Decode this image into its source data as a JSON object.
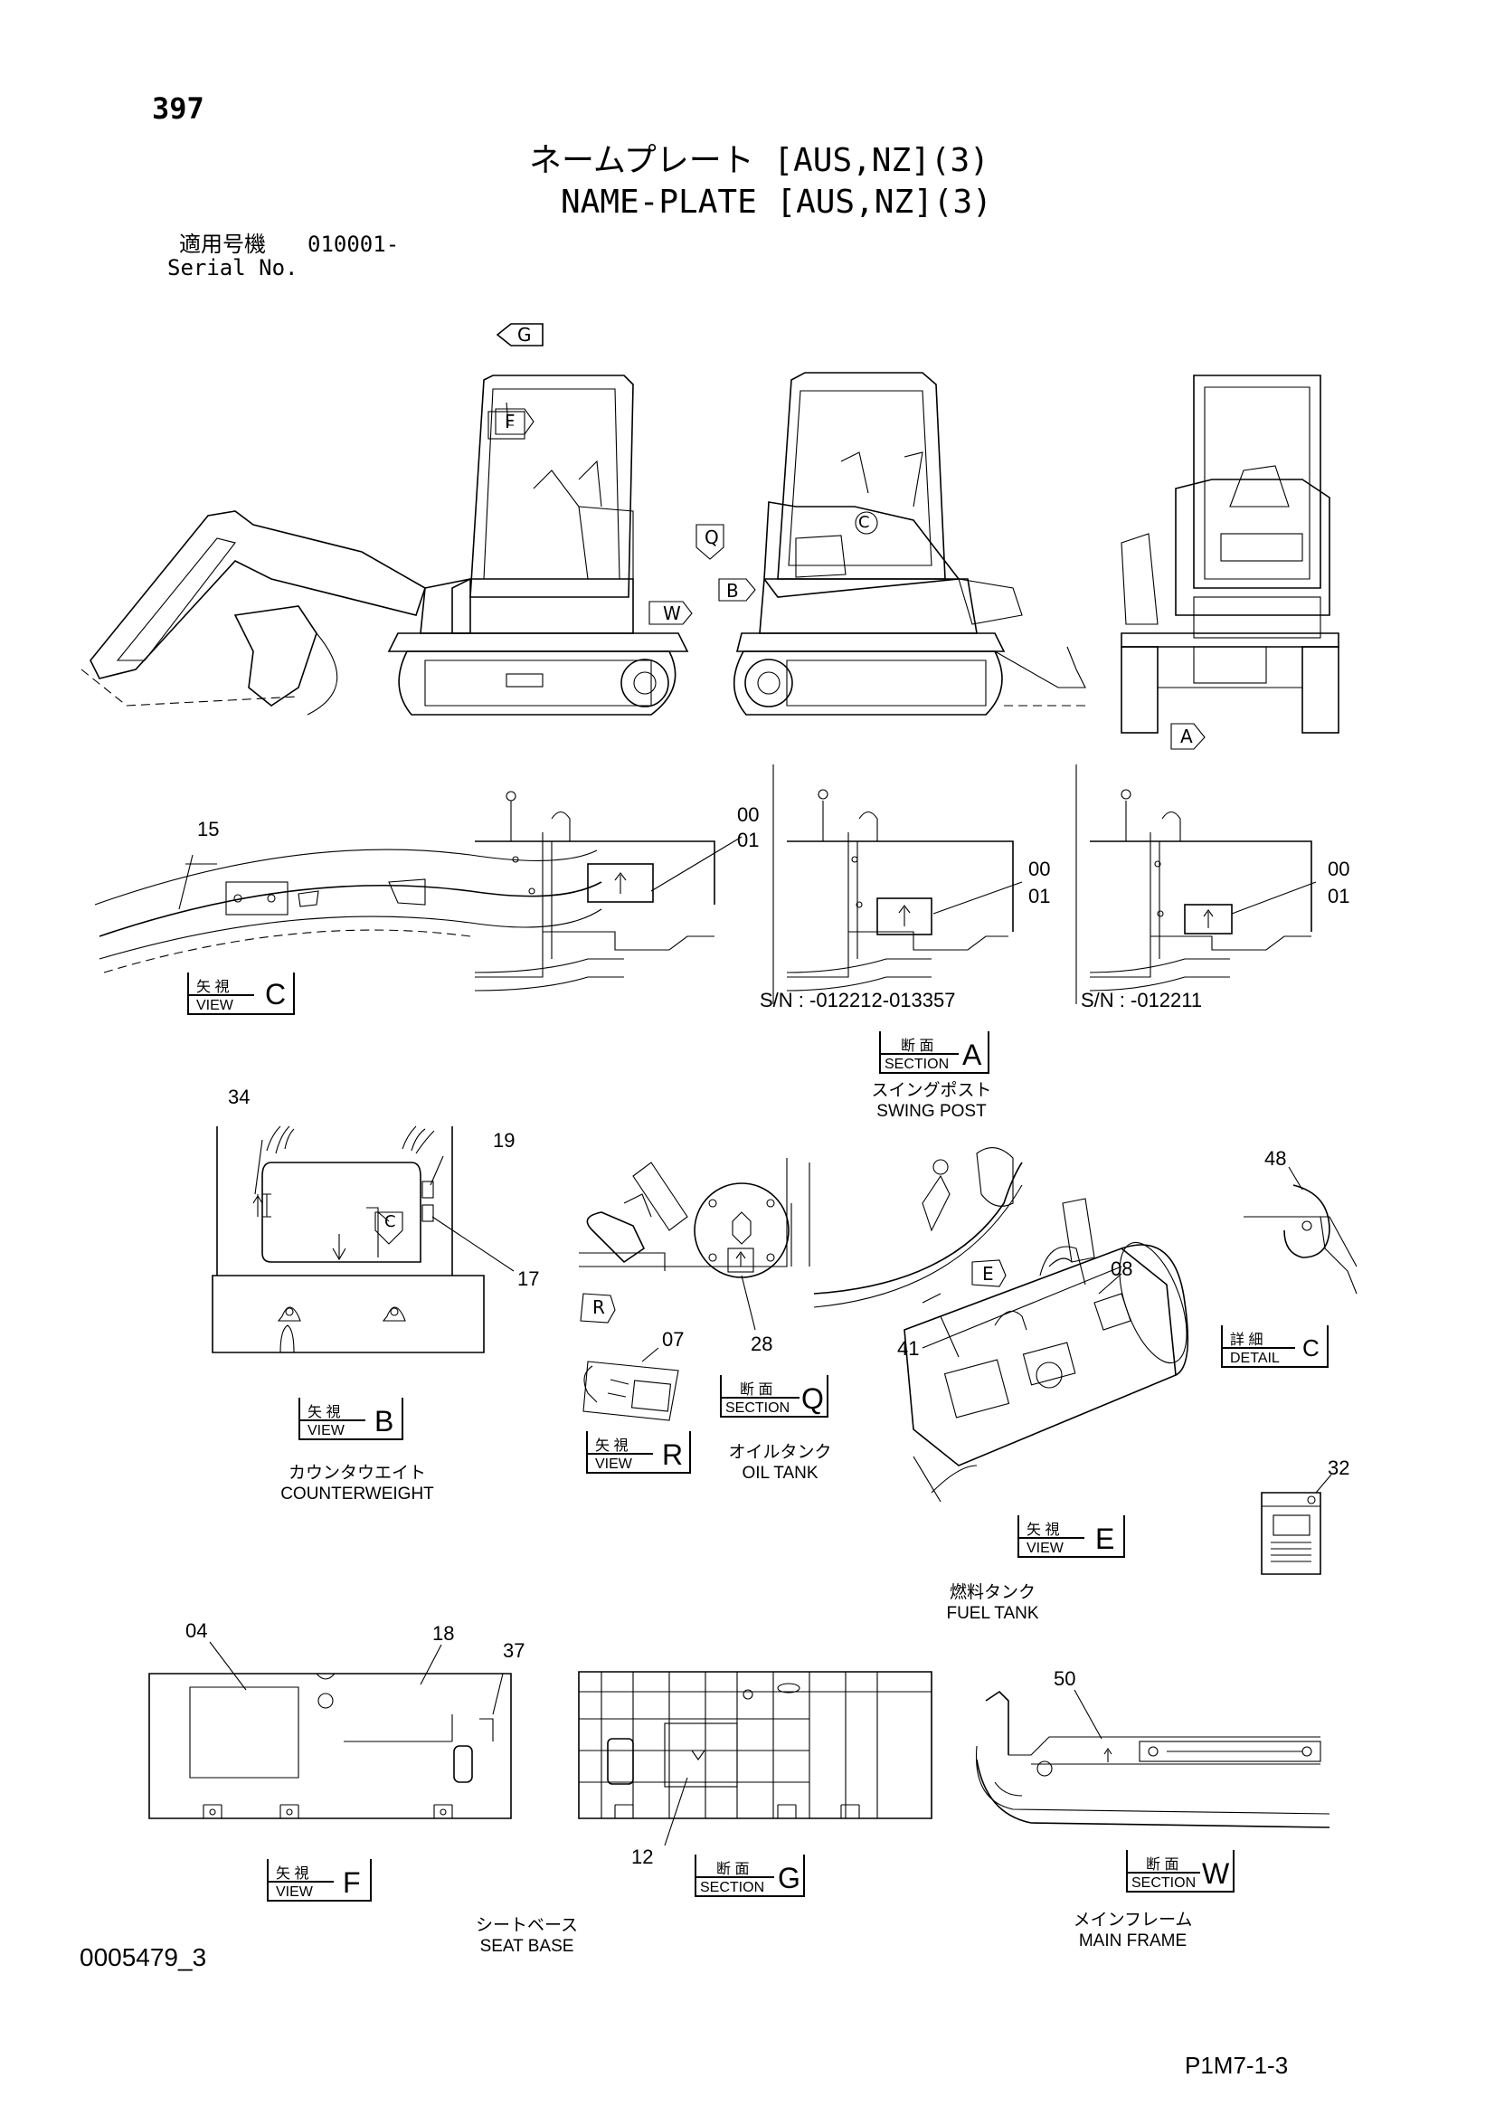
{
  "header": {
    "page_number": "397",
    "title_jp": "ネームプレート [AUS,NZ](3)",
    "title_en": "NAME-PLATE [AUS,NZ](3)",
    "serial_label_jp": "適用号機",
    "serial_value": "010001-",
    "serial_label_en": "Serial No."
  },
  "view_arrows": [
    "G",
    "F",
    "Q",
    "W",
    "B",
    "C",
    "A",
    "R",
    "E"
  ],
  "callouts": {
    "c15": "15",
    "c00a": "00",
    "c01a": "01",
    "c00b": "00",
    "c01b": "01",
    "c00c": "00",
    "c01c": "01",
    "c34": "34",
    "c19": "19",
    "c17": "17",
    "c48": "48",
    "c07": "07",
    "c28": "28",
    "c08": "08",
    "c41": "41",
    "c32": "32",
    "c04": "04",
    "c18": "18",
    "c37": "37",
    "c12": "12",
    "c50": "50"
  },
  "serial_ranges": {
    "range_b": "S/N : -012212-013357",
    "range_c": "S/N : -012211"
  },
  "labels": {
    "view_jp": "矢 視",
    "view_en": "VIEW",
    "section_jp": "断 面",
    "section_en": "SECTION",
    "detail_jp": "詳 細",
    "detail_en": "DETAIL"
  },
  "boxes": {
    "view_c": "C",
    "section_a": "A",
    "view_b": "B",
    "section_q": "Q",
    "view_r": "R",
    "detail_c": "C",
    "view_e": "E",
    "view_f": "F",
    "section_g": "G",
    "section_w": "W"
  },
  "captions": {
    "swing_post_jp": "スイングポスト",
    "swing_post_en": "SWING POST",
    "counterweight_jp": "カウンタウエイト",
    "counterweight_en": "COUNTERWEIGHT",
    "oil_tank_jp": "オイルタンク",
    "oil_tank_en": "OIL TANK",
    "fuel_tank_jp": "燃料タンク",
    "fuel_tank_en": "FUEL TANK",
    "seat_base_jp": "シートベース",
    "seat_base_en": "SEAT BASE",
    "main_frame_jp": "メインフレーム",
    "main_frame_en": "MAIN FRAME"
  },
  "footer": {
    "doc_id": "0005479_3",
    "page_code": "P1M7-1-3"
  }
}
